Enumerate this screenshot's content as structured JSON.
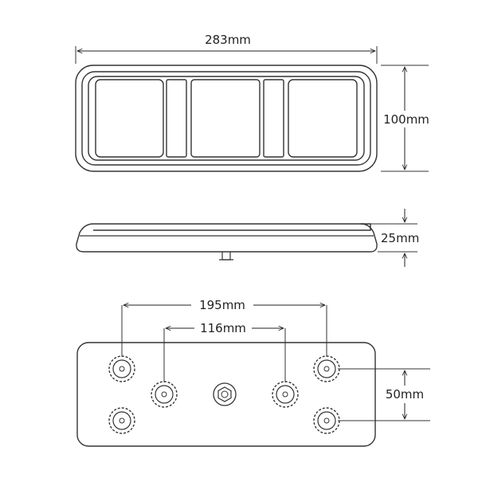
{
  "front_view": {
    "width_label": "283mm",
    "height_label": "100mm"
  },
  "side_view": {
    "depth_label": "25mm"
  },
  "rear_view": {
    "outer_spacing_label": "195mm",
    "inner_spacing_label": "116mm",
    "vertical_spacing_label": "50mm"
  }
}
